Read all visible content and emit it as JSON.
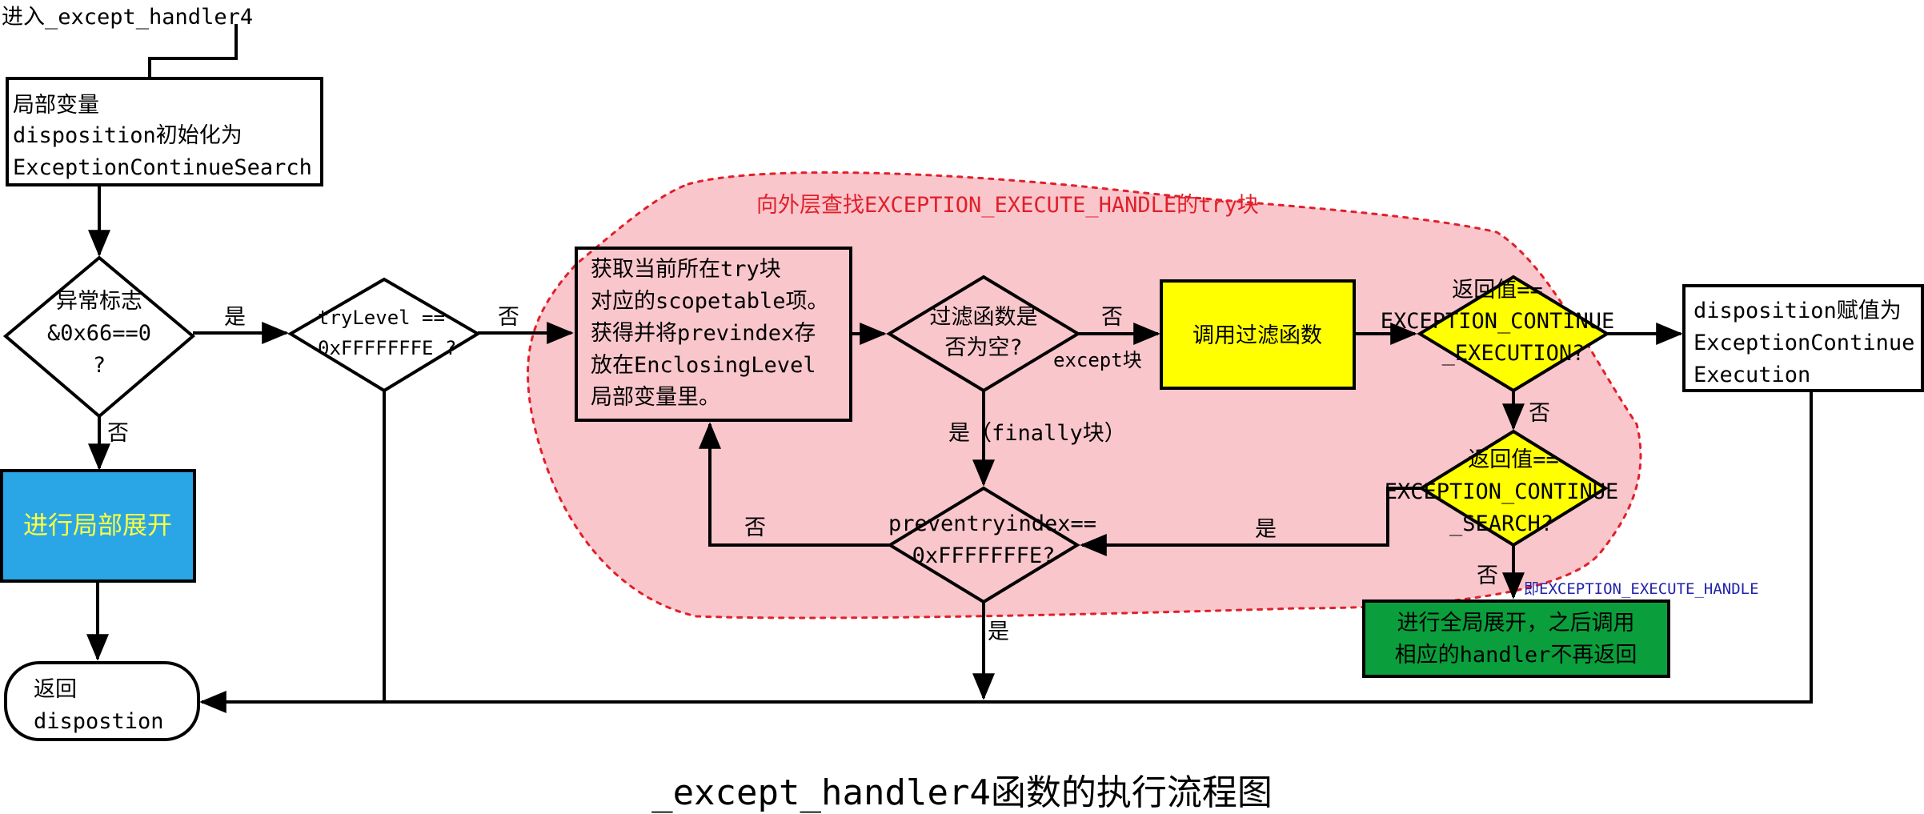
{
  "colors": {
    "region_fill": "#f9c6cc",
    "region_border": "#e0202a",
    "region_label": "#e0202a",
    "local_unwind_fill": "#2aa6e6",
    "local_unwind_text": "#ffff40",
    "filter_fill": "#ffff00",
    "global_unwind_fill": "#0a9e3c",
    "global_unwind_text": "#ffff40",
    "note_text": "#2222aa"
  },
  "title": "_except_handler4函数的执行流程图",
  "region_label": "向外层查找EXCEPTION_EXECUTE_HANDLE的try块",
  "nodes": {
    "start": "进入_except_handler4",
    "init": [
      "局部变量",
      "disposition初始化为",
      "ExceptionContinueSearch"
    ],
    "flag_check": [
      "异常标志",
      "&0x66==0",
      "?"
    ],
    "local_unwind": "进行局部展开",
    "return": [
      "返回",
      "dispostion"
    ],
    "trylevel_check": [
      "tryLevel ==",
      "0xFFFFFFFE ?"
    ],
    "get_scope": [
      "获取当前所在try块",
      "对应的scopetable项。",
      "获得并将previndex存",
      "放在EnclosingLevel",
      "局部变量里。"
    ],
    "filter_null": [
      "过滤函数是",
      "否为空?"
    ],
    "call_filter": "调用过滤函数",
    "ret_continue_exec": [
      "返回值==",
      "EXCEPTION_CONTINUE",
      "_EXECUTION?"
    ],
    "assign_disposition": [
      "disposition赋值为",
      "ExceptionContinue",
      "Execution"
    ],
    "ret_continue_search": [
      "返回值==",
      "EXCEPTION_CONTINUE",
      "_SEARCH?"
    ],
    "prev_index_check": [
      "preventryindex==",
      "0xFFFFFFFE?"
    ],
    "global_unwind": [
      "进行全局展开，之后调用",
      "相应的handler不再返回"
    ]
  },
  "edge_labels": {
    "flag_yes": "是",
    "flag_no": "否",
    "trylevel_no": "否",
    "filter_no": "否",
    "except_block": "except块",
    "finally_yes": "是（finally块）",
    "ret_exec_no": "否",
    "search_yes": "是",
    "search_no": "否",
    "execute_handle_note": "即EXCEPTION_EXECUTE_HANDLE",
    "prev_no": "否",
    "prev_yes": "是"
  }
}
